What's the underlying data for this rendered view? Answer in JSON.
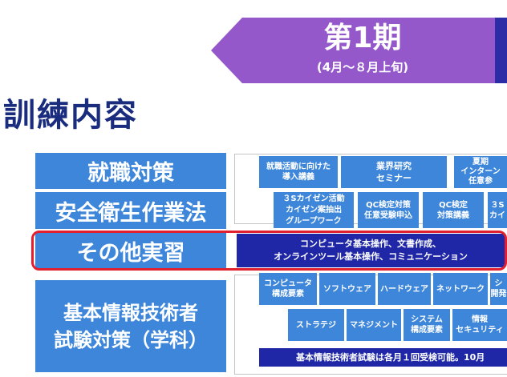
{
  "period": {
    "title": "第1期",
    "subtitle": "(4月～８月上旬)"
  },
  "heading": "訓練内容",
  "categories": [
    {
      "label": "就職対策"
    },
    {
      "label": "安全衛生作業法"
    },
    {
      "label": "その他実習"
    },
    {
      "line1": "基本情報技術者",
      "line2": "試験対策（学科）"
    }
  ],
  "items": {
    "job1": {
      "line1": "就職活動に向けた",
      "line2": "導入講義"
    },
    "job2": {
      "line1": "業界研究",
      "line2": "セミナー"
    },
    "job3": {
      "line1": "夏期",
      "line2": "インターン",
      "line3": "任意参"
    },
    "safety1": {
      "line1": "３Sカイゼン活動",
      "line2": "カイゼン案抽出",
      "line3": "グループワーク"
    },
    "safety2": {
      "line1": "QC検定対策",
      "line2": "任意受験申込"
    },
    "safety3": {
      "line1": "QC検定",
      "line2": "対策講義"
    },
    "safety4": {
      "line1": "３S",
      "line2": "カイ"
    },
    "other1": {
      "line1": "コンピュータ基本操作、文書作成、",
      "line2": "オンラインツール基本操作、コミュニケーション"
    },
    "exam1": {
      "line1": "コンピュータ",
      "line2": "構成要素"
    },
    "exam2": {
      "label": "ソフトウェア"
    },
    "exam3": {
      "label": "ハードウェア"
    },
    "exam4": {
      "label": "ネットワーク"
    },
    "exam5": {
      "line1": "シ",
      "line2": "開発"
    },
    "exam6": {
      "label": "ストラテジ"
    },
    "exam7": {
      "label": "マネジメント"
    },
    "exam8": {
      "line1": "システム",
      "line2": "構成要素"
    },
    "exam9": {
      "line1": "情報",
      "line2": "セキュリティ"
    },
    "exam_note": {
      "label": "基本情報技術者試験は各月１回受検可能。10月"
    }
  }
}
